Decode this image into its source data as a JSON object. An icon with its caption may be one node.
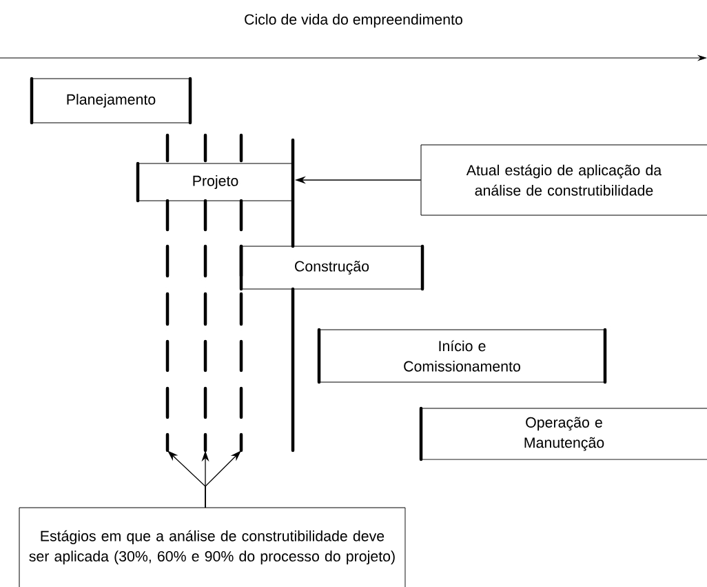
{
  "diagram": {
    "title": "Ciclo de vida do empreendimento",
    "nodes": [
      {
        "text": [
          "Planejamento"
        ]
      },
      {
        "text": [
          "Projeto"
        ]
      },
      {
        "text": [
          "Construção"
        ]
      },
      {
        "text": [
          "Início e Comissionamento"
        ]
      },
      {
        "text": [
          "Operação e Manutenção"
        ]
      },
      {
        "text": [
          "Atual estágio de aplicação da análise de construtibilidade"
        ]
      },
      {
        "text": [
          "Estágios em que a análise de construtibilidade deve ser aplicada (30%, 60% e 90% do processo do projeto)"
        ]
      },
      {
        "text": [],
        "shape": "line"
      },
      {
        "text": [],
        "shape": "line"
      },
      {
        "text": [],
        "shape": "line"
      },
      {
        "text": [],
        "shape": "line"
      }
    ],
    "edges": [
      {
        "from": 5,
        "to": 10,
        "arrow": "to"
      },
      {
        "from": 6,
        "to": 7,
        "arrow": "to"
      },
      {
        "from": 6,
        "to": 8,
        "arrow": "to"
      },
      {
        "from": 6,
        "to": 9,
        "arrow": "to"
      }
    ]
  }
}
